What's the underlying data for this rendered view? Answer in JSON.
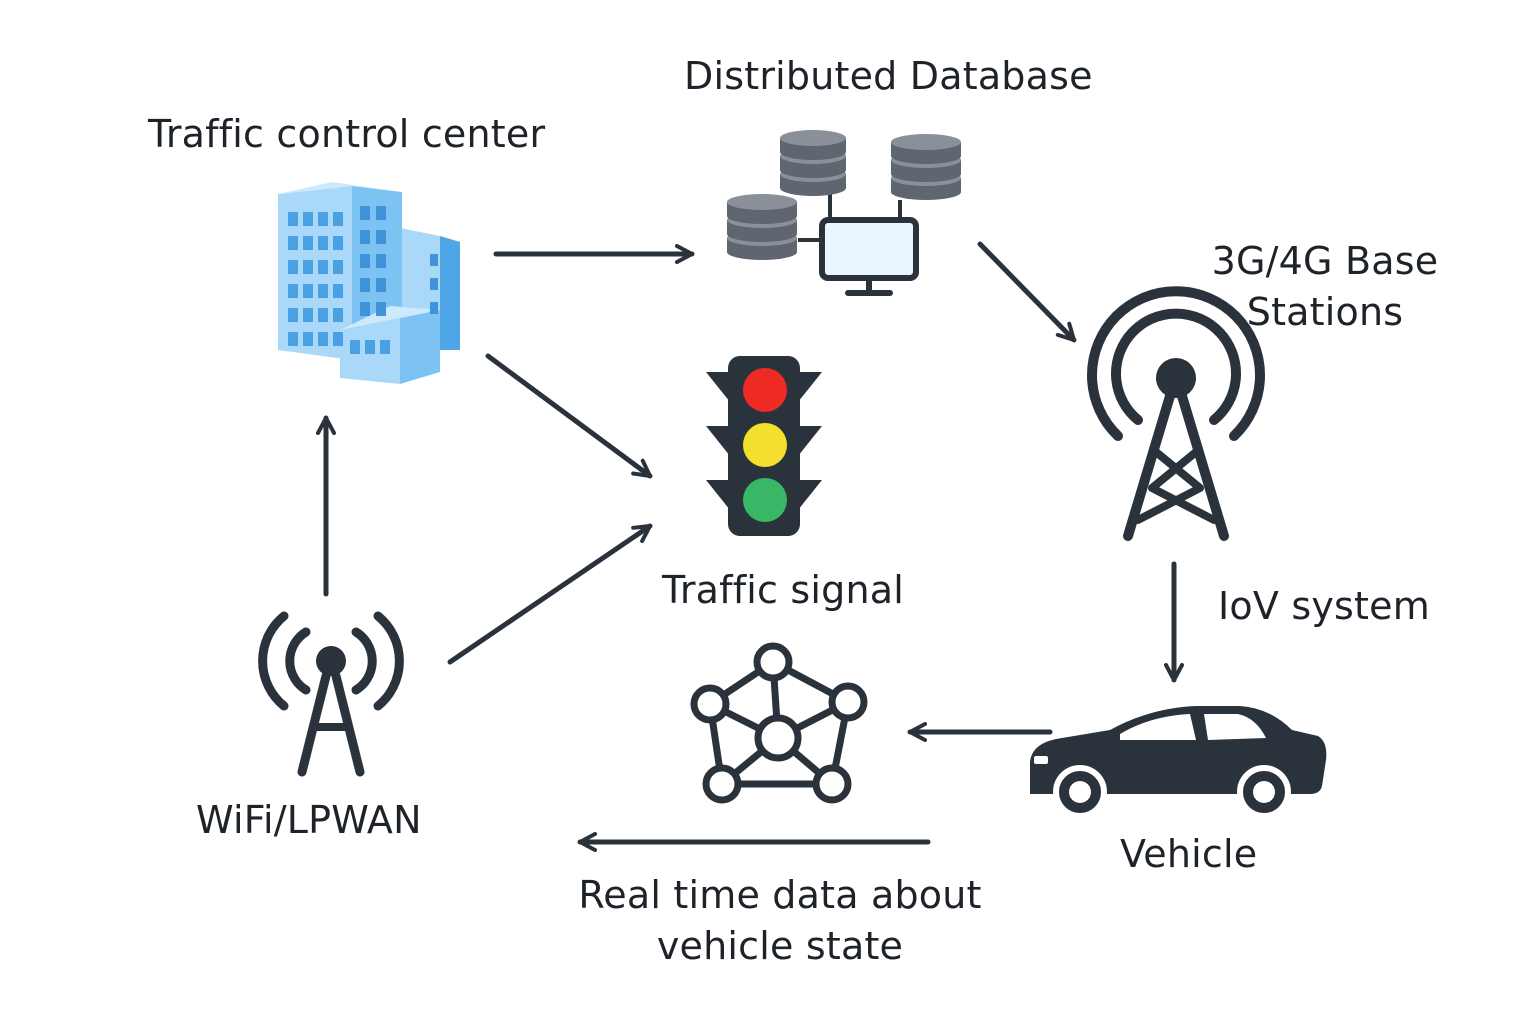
{
  "labels": {
    "traffic_control_center": "Traffic control center",
    "distributed_database": "Distributed Database",
    "base_stations": "3G/4G Base Stations",
    "traffic_signal": "Traffic signal",
    "iov_system": "IoV system",
    "wifi_lpwan": "WiFi/LPWAN",
    "vehicle": "Vehicle",
    "realtime_data": "Real time data about vehicle state"
  },
  "icons": {
    "building": "office-building-icon",
    "database": "database-cluster-icon",
    "tower": "cell-tower-icon",
    "traffic_light": "traffic-light-icon",
    "wifi": "wifi-antenna-icon",
    "car": "car-icon",
    "network": "network-graph-icon"
  },
  "colors": {
    "ink": "#2a323b",
    "building_light": "#a9d8f8",
    "building_mid": "#7cc2f2",
    "building_dark": "#4fa6e6",
    "window": "#4aa0e4",
    "db_body": "#5f6670",
    "db_top": "#8a9099",
    "monitor_screen": "#eaf6ff",
    "signal_red": "#ee2a24",
    "signal_yellow": "#f4df2e",
    "signal_green": "#38b866"
  }
}
